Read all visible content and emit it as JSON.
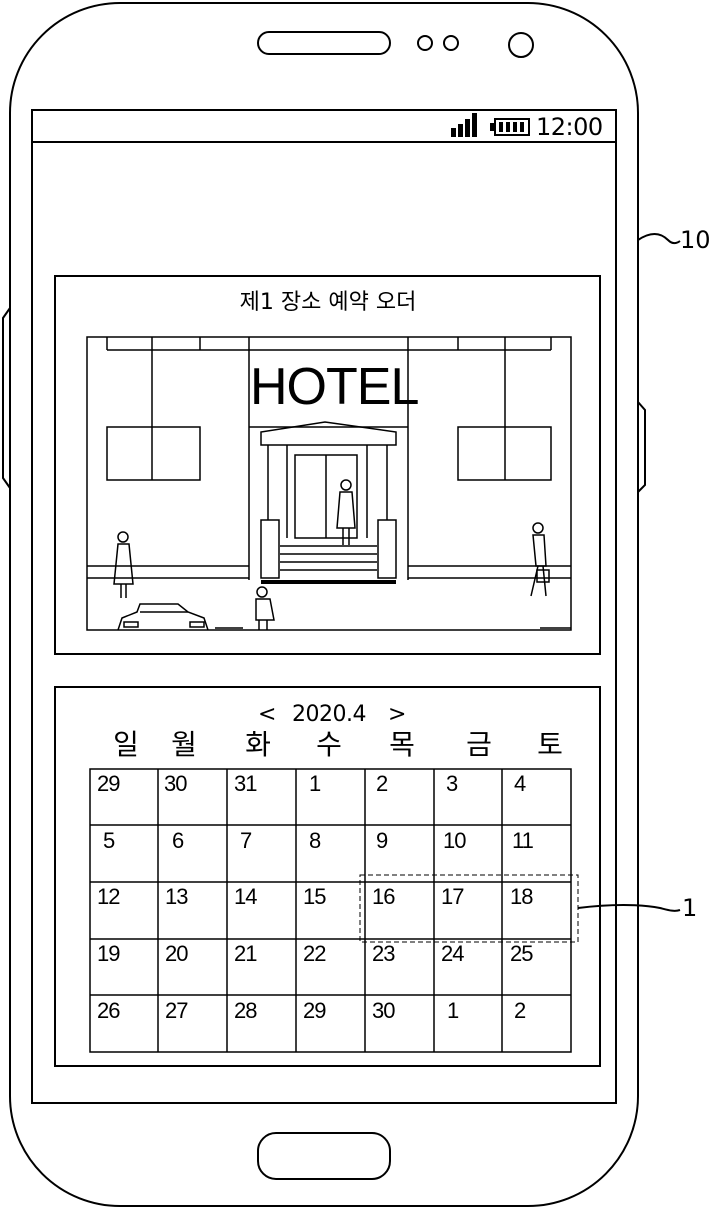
{
  "status_bar": {
    "time": "12:00"
  },
  "card": {
    "title": "제1 장소 예약 오더",
    "hotel_sign": "HOTEL"
  },
  "calendar": {
    "prev": "<",
    "month": "2020.4",
    "next": ">",
    "weekdays": [
      "일",
      "월",
      "화",
      "수",
      "목",
      "금",
      "토"
    ],
    "weeks": [
      [
        "29",
        "30",
        "31",
        "1",
        "2",
        "3",
        "4"
      ],
      [
        "5",
        "6",
        "7",
        "8",
        "9",
        "10",
        "11"
      ],
      [
        "12",
        "13",
        "14",
        "15",
        "16",
        "17",
        "18"
      ],
      [
        "19",
        "20",
        "21",
        "22",
        "23",
        "24",
        "25"
      ],
      [
        "26",
        "27",
        "28",
        "29",
        "30",
        "1",
        "2"
      ]
    ]
  },
  "reference_labels": {
    "device": "10",
    "selection": "1"
  }
}
